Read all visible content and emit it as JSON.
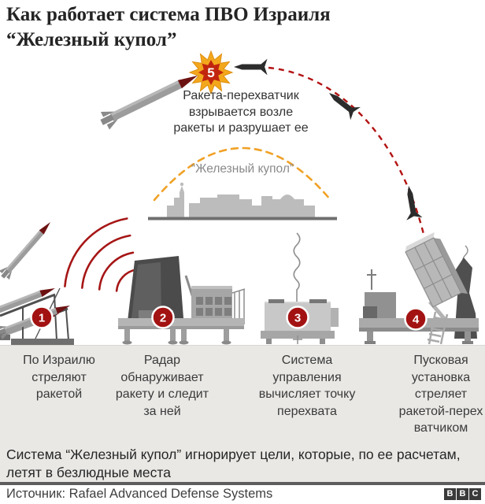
{
  "title": "Как работает система ПВО Израиля\n“Железный купол”",
  "dome_label": "“Железный купол”",
  "steps": [
    {
      "number": "1",
      "caption": "По Израилю\nстреляют\nракетой"
    },
    {
      "number": "2",
      "caption": "Радар\nобнаруживает\nракету и следит\nза ней"
    },
    {
      "number": "3",
      "caption": "Система\nуправления\nвычисляет точку\nперехвата"
    },
    {
      "number": "4",
      "caption": "Пусковая\nустановка\nстреляет\nракетой-перех\nватчиком"
    },
    {
      "number": "5",
      "caption": "Ракета-перехватчик\nвзрывается возле\nракеты и разрушает ее"
    }
  ],
  "note": "Система “Железный купол” игнорирует цели, которые, по ее расчетам,\nлетят в безлюдные места",
  "footer": {
    "source": "Источник: Rafael Advanced Defense Systems",
    "logo_letters": [
      "B",
      "B",
      "C"
    ]
  },
  "icons": [
    "explosion-star-icon",
    "radar-waves-icon",
    "rocket-icon",
    "interceptor-missile-icon",
    "dome-arc-icon",
    "city-skyline-icon",
    "radar-unit-icon",
    "control-unit-icon",
    "launcher-unit-icon",
    "bbc-logo"
  ],
  "colors": {
    "badge_red": "#a31212",
    "trajectory_red": "#b31212",
    "radar_wave_red": "#a61616",
    "dome_orange": "#f0a126",
    "explosion_outer": "#f3a71c",
    "explosion_inner": "#c1250e",
    "rocket_tip_red": "#6d1212",
    "band_gray": "#e9e8e5",
    "machine_gray": "#b5b5b5",
    "text_dark": "#262626"
  }
}
